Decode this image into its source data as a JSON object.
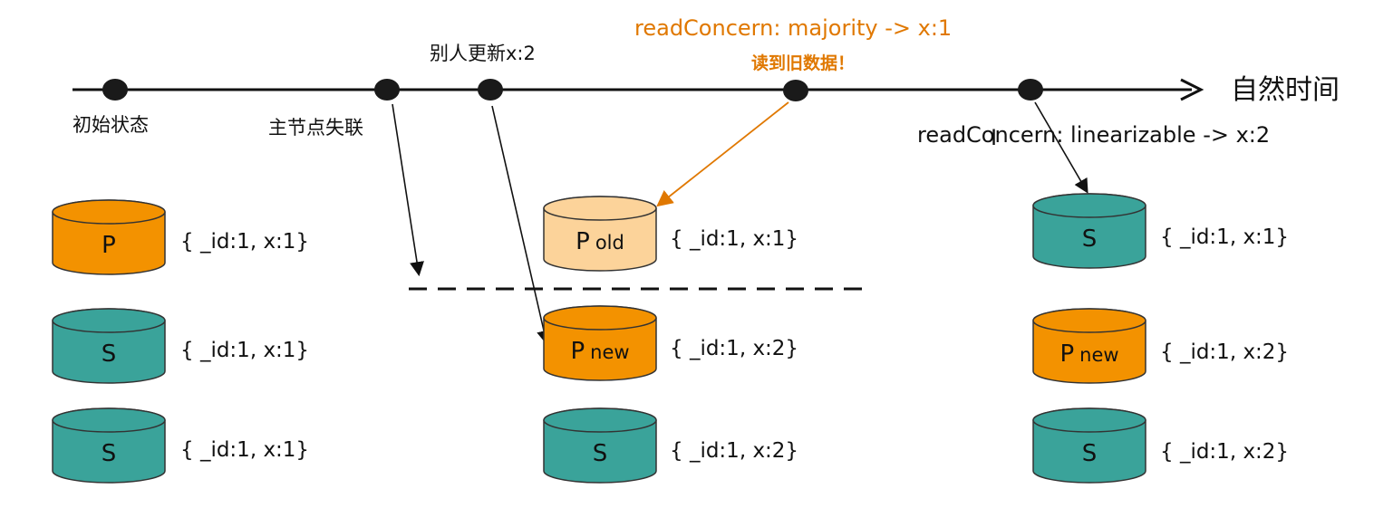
{
  "timeline": {
    "axis_label": "自然时间",
    "events": {
      "initial": "初始状态",
      "primary_lost": "主节点失联",
      "other_update": "别人更新x:2",
      "majority_read": "readConcern: majority -> x:1",
      "majority_read_note": "读到旧数据！",
      "linearizable_read": "readConcern: linearizable -> x:2"
    }
  },
  "groups": {
    "initial": {
      "nodes": [
        {
          "role": "P",
          "sub": "",
          "doc": "{ _id:1, x:1}",
          "fill": "#f39200"
        },
        {
          "role": "S",
          "sub": "",
          "doc": "{ _id:1, x:1}",
          "fill": "#3aa39a"
        },
        {
          "role": "S",
          "sub": "",
          "doc": "{ _id:1, x:1}",
          "fill": "#3aa39a"
        }
      ]
    },
    "partitioned": {
      "nodes": [
        {
          "role": "P",
          "sub": "old",
          "doc": "{ _id:1, x:1}",
          "fill": "#fcd39a"
        },
        {
          "role": "P",
          "sub": "new",
          "doc": "{ _id:1, x:2}",
          "fill": "#f39200"
        },
        {
          "role": "S",
          "sub": "",
          "doc": "{ _id:1, x:2}",
          "fill": "#3aa39a"
        }
      ]
    },
    "final": {
      "nodes": [
        {
          "role": "S",
          "sub": "",
          "doc": "{ _id:1, x:1}",
          "fill": "#3aa39a"
        },
        {
          "role": "P",
          "sub": "new",
          "doc": "{ _id:1, x:2}",
          "fill": "#f39200"
        },
        {
          "role": "S",
          "sub": "",
          "doc": "{ _id:1, x:2}",
          "fill": "#3aa39a"
        }
      ]
    }
  },
  "colors": {
    "orange": "#f39200",
    "orange_light": "#fcd39a",
    "teal": "#3aa39a",
    "annotation": "#e07800"
  }
}
